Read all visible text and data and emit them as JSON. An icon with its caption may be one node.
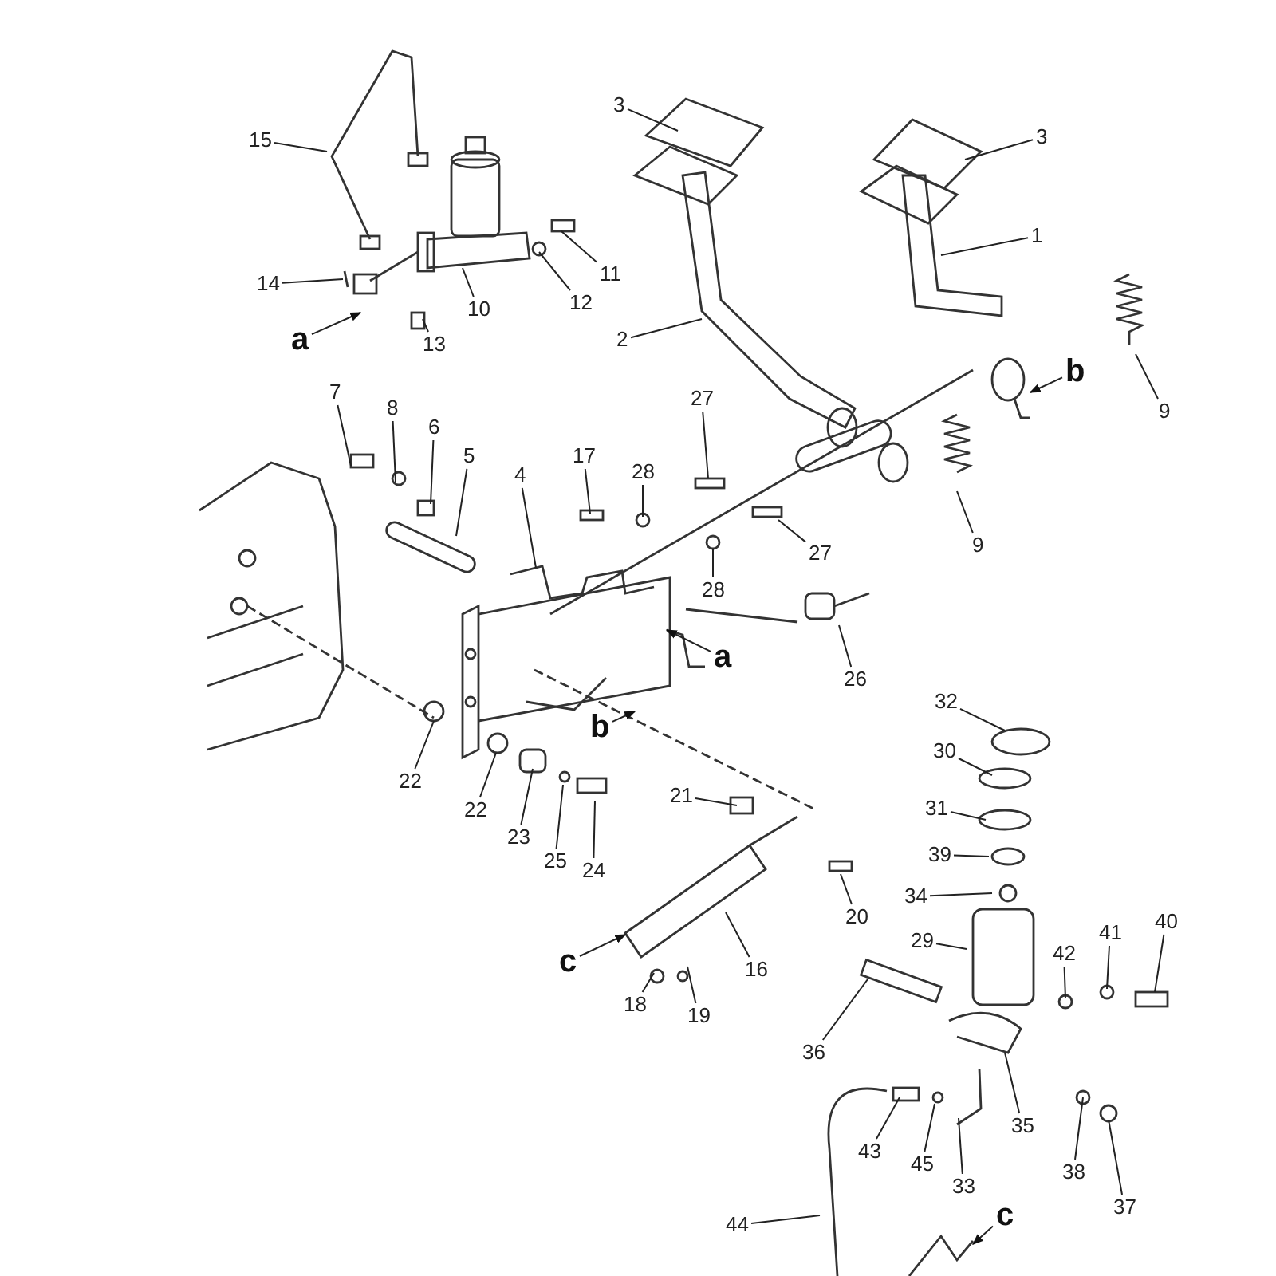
{
  "diagram": {
    "nodes": [
      {
        "text": [
          "15"
        ]
      },
      {
        "text": [
          "3"
        ]
      },
      {
        "text": [
          "3"
        ]
      },
      {
        "text": [
          "1"
        ]
      },
      {
        "text": [
          "14"
        ]
      },
      {
        "text": [
          "11"
        ]
      },
      {
        "text": [
          "12"
        ]
      },
      {
        "text": [
          "a"
        ]
      },
      {
        "text": [
          "10"
        ]
      },
      {
        "text": [
          "2"
        ]
      },
      {
        "text": [
          "b"
        ]
      },
      {
        "text": [
          "9"
        ]
      },
      {
        "text": [
          "13"
        ]
      },
      {
        "text": [
          "7"
        ]
      },
      {
        "text": [
          "8"
        ]
      },
      {
        "text": [
          "6"
        ]
      },
      {
        "text": [
          "5"
        ]
      },
      {
        "text": [
          "27"
        ]
      },
      {
        "text": [
          "17"
        ]
      },
      {
        "text": [
          "28"
        ]
      },
      {
        "text": [
          "4"
        ]
      },
      {
        "text": [
          "9"
        ]
      },
      {
        "text": [
          "27"
        ]
      },
      {
        "text": [
          "28"
        ]
      },
      {
        "text": [
          "a"
        ]
      },
      {
        "text": [
          "26"
        ]
      },
      {
        "text": [
          "b"
        ]
      },
      {
        "text": [
          "32"
        ]
      },
      {
        "text": [
          "30"
        ]
      },
      {
        "text": [
          "22"
        ]
      },
      {
        "text": [
          "31"
        ]
      },
      {
        "text": [
          "22"
        ]
      },
      {
        "text": [
          "23"
        ]
      },
      {
        "text": [
          "25"
        ]
      },
      {
        "text": [
          "21"
        ]
      },
      {
        "text": [
          "24"
        ]
      },
      {
        "text": [
          "39"
        ]
      },
      {
        "text": [
          "34"
        ]
      },
      {
        "text": [
          "20"
        ]
      },
      {
        "text": [
          "c"
        ]
      },
      {
        "text": [
          "29"
        ]
      },
      {
        "text": [
          "16"
        ]
      },
      {
        "text": [
          "40"
        ]
      },
      {
        "text": [
          "41"
        ]
      },
      {
        "text": [
          "42"
        ]
      },
      {
        "text": [
          "18"
        ]
      },
      {
        "text": [
          "19"
        ]
      },
      {
        "text": [
          "36"
        ]
      },
      {
        "text": [
          "35"
        ]
      },
      {
        "text": [
          "43"
        ]
      },
      {
        "text": [
          "45"
        ]
      },
      {
        "text": [
          "33"
        ]
      },
      {
        "text": [
          "38"
        ]
      },
      {
        "text": [
          "37"
        ]
      },
      {
        "text": [
          "44"
        ]
      },
      {
        "text": [
          "c"
        ]
      }
    ],
    "edges": [
      {
        "from": 0,
        "to": null,
        "arrow": "none"
      },
      {
        "from": 1,
        "to": null,
        "arrow": "none"
      },
      {
        "from": 2,
        "to": null,
        "arrow": "none"
      },
      {
        "from": 3,
        "to": null,
        "arrow": "none"
      },
      {
        "from": 4,
        "to": null,
        "arrow": "none"
      },
      {
        "from": 5,
        "to": null,
        "arrow": "none"
      },
      {
        "from": 6,
        "to": null,
        "arrow": "none"
      },
      {
        "from": 7,
        "to": null,
        "arrow": "to"
      },
      {
        "from": 8,
        "to": null,
        "arrow": "none"
      },
      {
        "from": 9,
        "to": null,
        "arrow": "none"
      },
      {
        "from": 10,
        "to": null,
        "arrow": "to"
      },
      {
        "from": 11,
        "to": null,
        "arrow": "none"
      },
      {
        "from": 12,
        "to": null,
        "arrow": "none"
      },
      {
        "from": 13,
        "to": null,
        "arrow": "none"
      },
      {
        "from": 14,
        "to": null,
        "arrow": "none"
      },
      {
        "from": 15,
        "to": null,
        "arrow": "none"
      },
      {
        "from": 16,
        "to": null,
        "arrow": "none"
      },
      {
        "from": 17,
        "to": null,
        "arrow": "none"
      },
      {
        "from": 18,
        "to": null,
        "arrow": "none"
      },
      {
        "from": 19,
        "to": null,
        "arrow": "none"
      },
      {
        "from": 20,
        "to": null,
        "arrow": "none"
      },
      {
        "from": 21,
        "to": null,
        "arrow": "none"
      },
      {
        "from": 22,
        "to": null,
        "arrow": "none"
      },
      {
        "from": 23,
        "to": null,
        "arrow": "none"
      },
      {
        "from": 24,
        "to": null,
        "arrow": "to"
      },
      {
        "from": 25,
        "to": null,
        "arrow": "none"
      },
      {
        "from": 26,
        "to": null,
        "arrow": "to"
      },
      {
        "from": 27,
        "to": null,
        "arrow": "none"
      },
      {
        "from": 28,
        "to": null,
        "arrow": "none"
      },
      {
        "from": 29,
        "to": null,
        "arrow": "none"
      },
      {
        "from": 30,
        "to": null,
        "arrow": "none"
      },
      {
        "from": 31,
        "to": null,
        "arrow": "none"
      },
      {
        "from": 32,
        "to": null,
        "arrow": "none"
      },
      {
        "from": 33,
        "to": null,
        "arrow": "none"
      },
      {
        "from": 34,
        "to": null,
        "arrow": "none"
      },
      {
        "from": 35,
        "to": null,
        "arrow": "none"
      },
      {
        "from": 36,
        "to": null,
        "arrow": "none"
      },
      {
        "from": 37,
        "to": null,
        "arrow": "none"
      },
      {
        "from": 38,
        "to": null,
        "arrow": "none"
      },
      {
        "from": 39,
        "to": null,
        "arrow": "to"
      },
      {
        "from": 40,
        "to": null,
        "arrow": "none"
      },
      {
        "from": 41,
        "to": null,
        "arrow": "none"
      },
      {
        "from": 42,
        "to": null,
        "arrow": "none"
      },
      {
        "from": 43,
        "to": null,
        "arrow": "none"
      },
      {
        "from": 44,
        "to": null,
        "arrow": "none"
      },
      {
        "from": 45,
        "to": null,
        "arrow": "none"
      },
      {
        "from": 46,
        "to": null,
        "arrow": "none"
      },
      {
        "from": 47,
        "to": null,
        "arrow": "none"
      },
      {
        "from": 48,
        "to": null,
        "arrow": "none"
      },
      {
        "from": 49,
        "to": null,
        "arrow": "none"
      },
      {
        "from": 50,
        "to": null,
        "arrow": "none"
      },
      {
        "from": 51,
        "to": null,
        "arrow": "none"
      },
      {
        "from": 52,
        "to": null,
        "arrow": "none"
      },
      {
        "from": 53,
        "to": null,
        "arrow": "none"
      },
      {
        "from": 54,
        "to": null,
        "arrow": "none"
      },
      {
        "from": 55,
        "to": null,
        "arrow": "to"
      }
    ]
  }
}
